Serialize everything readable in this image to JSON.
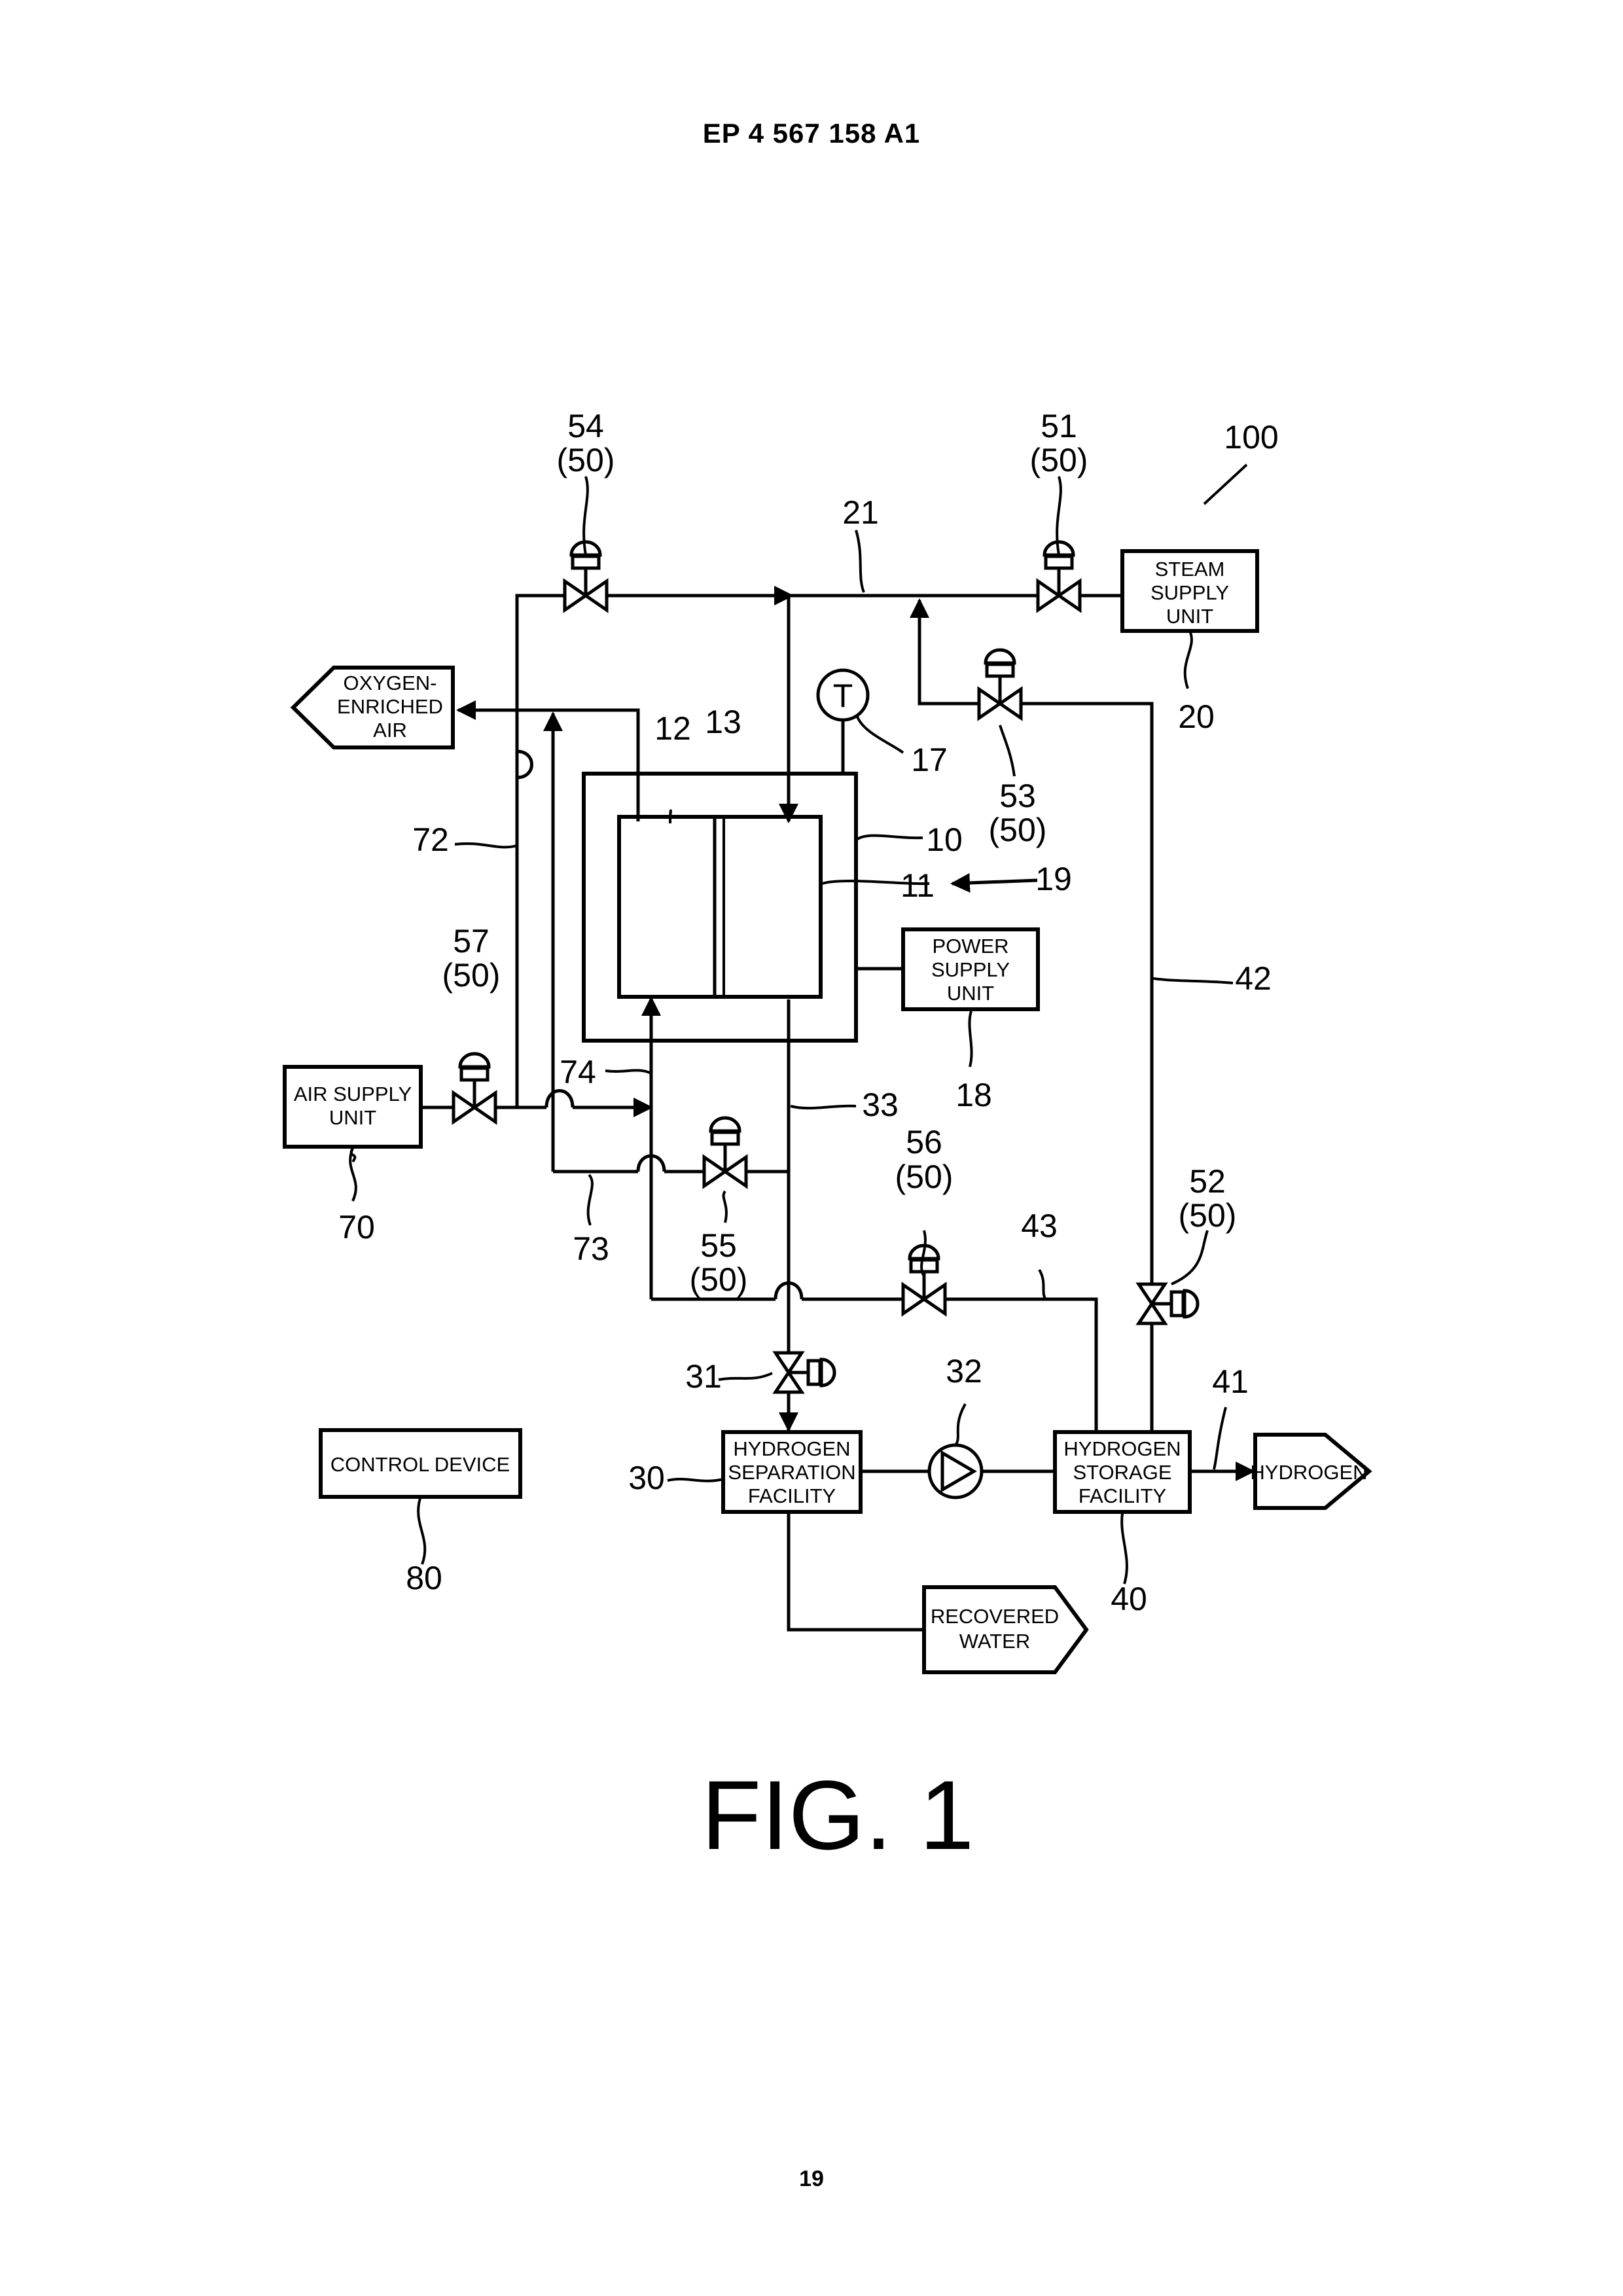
{
  "header": {
    "publication": "EP 4 567 158 A1"
  },
  "page_number": "19",
  "figure": {
    "caption": "FIG. 1"
  },
  "labels": {
    "system": "100",
    "cell_housing": "10",
    "cell": "11",
    "electrode_12": "12",
    "electrode_13": "13",
    "temp_sensor_ref": "17",
    "temp_sensor_symbol": "T",
    "power_ref": "18",
    "arrow_ref": "19",
    "steam_ref": "20",
    "line_21": "21",
    "sep_ref": "30",
    "valve_31": "31",
    "pump_32": "32",
    "line_33": "33",
    "storage_ref": "40",
    "line_41": "41",
    "line_42": "42",
    "line_43": "43",
    "valve_51": "51",
    "valve_52": "52",
    "valve_53": "53",
    "valve_54": "54",
    "valve_55": "55",
    "valve_56": "56",
    "valve_57": "57",
    "valve_group": "(50)",
    "air_ref": "70",
    "line_72": "72",
    "line_73": "73",
    "line_74": "74",
    "control_ref": "80"
  },
  "boxes": {
    "steam_supply": [
      "STEAM",
      "SUPPLY",
      "UNIT"
    ],
    "power_supply": [
      "POWER",
      "SUPPLY",
      "UNIT"
    ],
    "air_supply": [
      "AIR SUPPLY",
      "UNIT"
    ],
    "hydrogen_separation": [
      "HYDROGEN",
      "SEPARATION",
      "FACILITY"
    ],
    "hydrogen_storage": [
      "HYDROGEN",
      "STORAGE",
      "FACILITY"
    ],
    "control_device": "CONTROL DEVICE"
  },
  "outputs": {
    "oxygen_enriched_air": [
      "OXYGEN-",
      "ENRICHED",
      "AIR"
    ],
    "hydrogen": "HYDROGEN",
    "recovered_water": [
      "RECOVERED",
      "WATER"
    ]
  }
}
